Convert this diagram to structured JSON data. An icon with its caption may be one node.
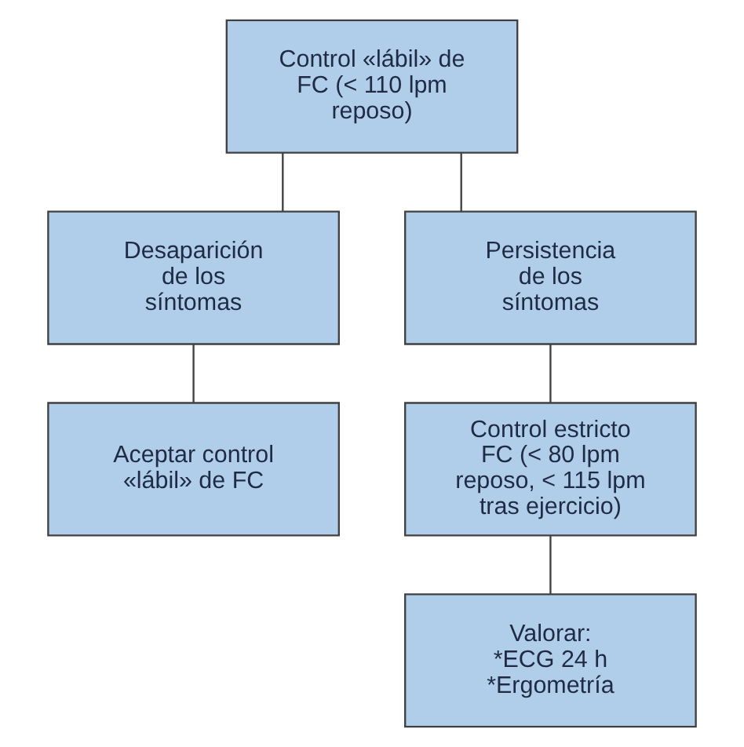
{
  "diagram": {
    "nodes": [
      {
        "text": [
          "Control «lábil» de FC (< 110 lpm reposo)"
        ]
      },
      {
        "text": [
          "Desaparición de los síntomas"
        ]
      },
      {
        "text": [
          "Persistencia de los síntomas"
        ]
      },
      {
        "text": [
          "Aceptar control «lábil» de FC"
        ]
      },
      {
        "text": [
          "Control estricto FC (< 80 lpm reposo, < 115 lpm tras ejercicio)"
        ]
      },
      {
        "text": [
          "Valorar:",
          "*ECG 24 h",
          "*Ergometría"
        ]
      }
    ],
    "edges": [
      {
        "from": 0,
        "to": 1,
        "arrow": "none"
      },
      {
        "from": 0,
        "to": 2,
        "arrow": "none"
      },
      {
        "from": 1,
        "to": 3,
        "arrow": "none"
      },
      {
        "from": 2,
        "to": 4,
        "arrow": "none"
      },
      {
        "from": 4,
        "to": 5,
        "arrow": "none"
      }
    ]
  }
}
